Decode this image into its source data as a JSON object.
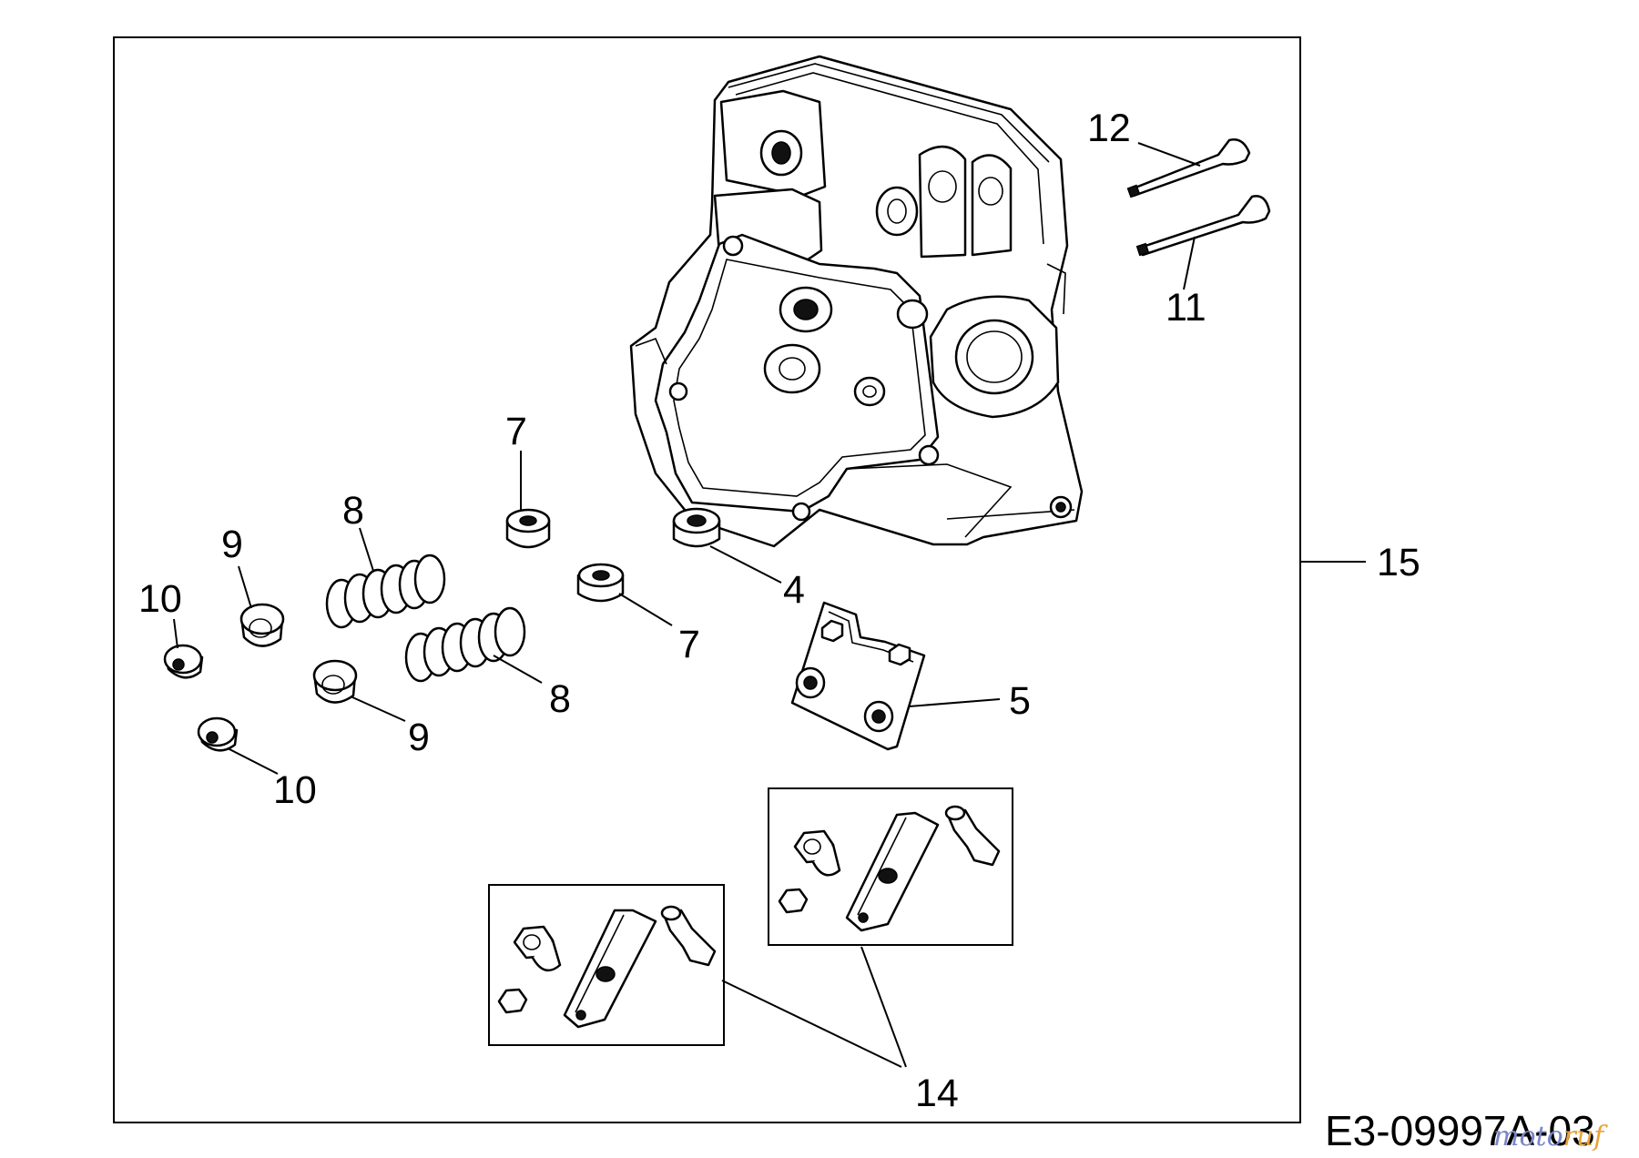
{
  "diagram": {
    "labels": {
      "l4": "4",
      "l5": "5",
      "l7a": "7",
      "l7b": "7",
      "l8a": "8",
      "l8b": "8",
      "l9a": "9",
      "l9b": "9",
      "l10a": "10",
      "l10b": "10",
      "l11": "11",
      "l12": "12",
      "l14": "14",
      "l15": "15"
    },
    "drawing_code": "E3-09997A-03",
    "watermark": {
      "part1": "moto",
      "part2": "ruf",
      "color1": "#7a86c8",
      "color2": "#e8a33a"
    }
  }
}
